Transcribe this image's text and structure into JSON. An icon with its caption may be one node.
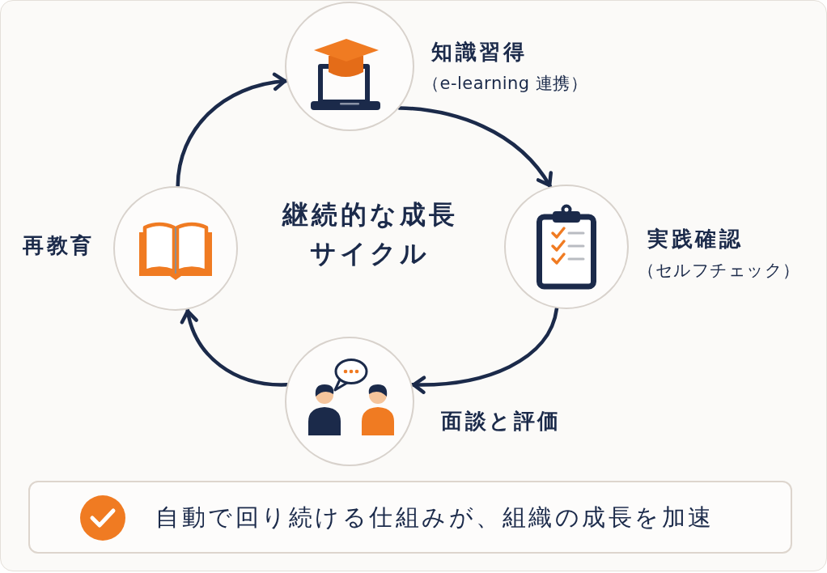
{
  "diagram": {
    "title": "継続的な成長サイクル",
    "nodes": [
      {
        "text": [],
        "shape": "circle",
        "beside": [
          "知識習得",
          "（e-learning 連携）"
        ]
      },
      {
        "text": [],
        "shape": "circle",
        "beside": [
          "実践確認",
          "（セルフチェック）"
        ]
      },
      {
        "text": [],
        "shape": "circle",
        "beside": [
          "面談と評価"
        ]
      },
      {
        "text": [],
        "shape": "circle",
        "beside": [
          "再教育"
        ]
      },
      {
        "text": [
          "自動で回り続ける仕組みが、組織の成長を加速"
        ]
      }
    ],
    "edges": [
      {
        "from": 0,
        "to": 1,
        "arrow": "to"
      },
      {
        "from": 1,
        "to": 2,
        "arrow": "to"
      },
      {
        "from": 2,
        "to": 3,
        "arrow": "to"
      },
      {
        "from": 3,
        "to": 0,
        "arrow": "to"
      }
    ]
  }
}
